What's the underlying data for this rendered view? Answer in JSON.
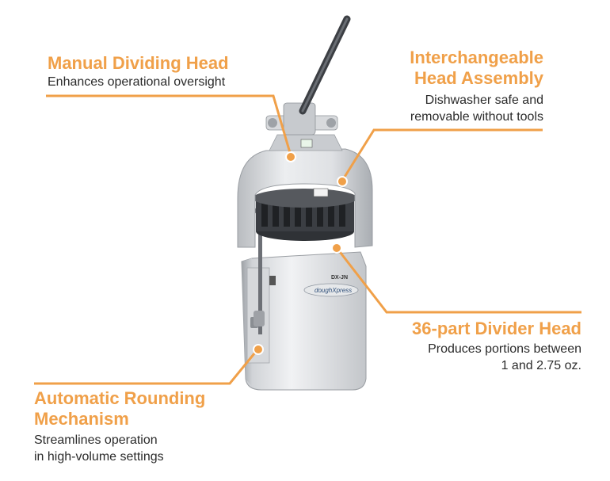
{
  "accent_color": "#f0a049",
  "callouts": {
    "manual_dividing_head": {
      "title": "Manual Dividing Head",
      "description": "Enhances operational oversight"
    },
    "interchangeable_head_assembly": {
      "title_line1": "Interchangeable",
      "title_line2": "Head Assembly",
      "description_line1": "Dishwasher safe and",
      "description_line2": "removable without tools"
    },
    "divider_head": {
      "title": "36-part Divider Head",
      "description_line1": "Produces portions between",
      "description_line2": "1 and 2.75 oz."
    },
    "automatic_rounding": {
      "title_line1": "Automatic Rounding",
      "title_line2": "Mechanism",
      "description_line1": "Streamlines operation",
      "description_line2": "in high-volume settings"
    }
  },
  "machine": {
    "model_label": "DX-JN",
    "brand_label": "doughXpress"
  }
}
